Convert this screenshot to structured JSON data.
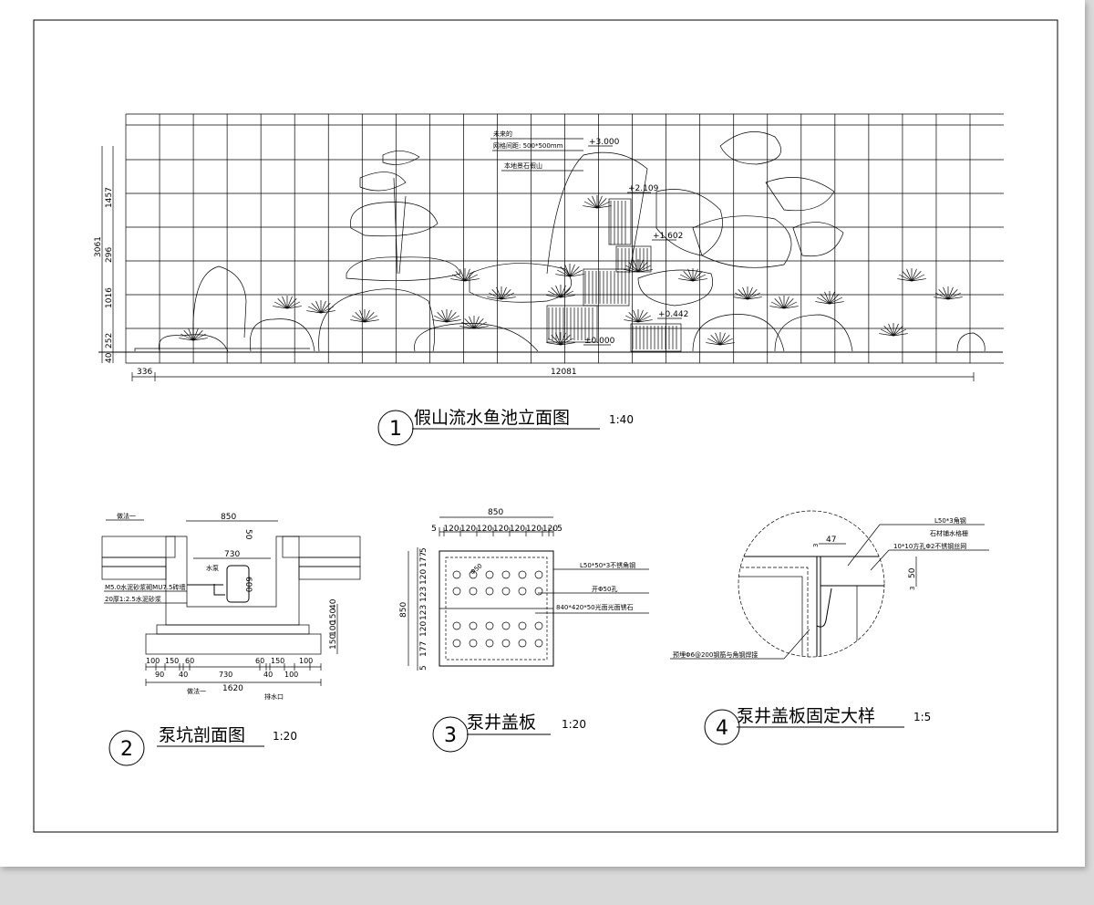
{
  "drawings": [
    {
      "number": "1",
      "title": "假山流水鱼池立面图",
      "scale": "1:40"
    },
    {
      "number": "2",
      "title": "泵坑剖面图",
      "scale": "1:20"
    },
    {
      "number": "3",
      "title": "泵井盖板",
      "scale": "1:20"
    },
    {
      "number": "4",
      "title": "泵井盖板固定大样",
      "scale": "1:5"
    }
  ],
  "elevation": {
    "notes": [
      "未来的",
      "网格间距: 500*500mm",
      "本地景石假山"
    ],
    "levels": [
      "+3.000",
      "+2.109",
      "+1.602",
      "+0.442",
      "±0.000"
    ],
    "dims_left": [
      "3061",
      "1457",
      "296",
      "1016",
      "252",
      "40"
    ],
    "dims_bottom": [
      "336",
      "12081"
    ]
  },
  "pit": {
    "dims_top": [
      "850",
      "730",
      "600",
      "50"
    ],
    "labels": [
      "做法一",
      "水泵",
      "M5.0水泥砂浆砌MU7.5砖墙",
      "20厚1:2.5水泥砂浆",
      "做法一",
      "排水口"
    ],
    "dims_bottom": [
      "100",
      "90",
      "150",
      "40",
      "60",
      "730",
      "60",
      "40",
      "150",
      "100",
      "100",
      "1620"
    ],
    "dims_right": [
      "150",
      "100",
      "150",
      "40"
    ]
  },
  "cover": {
    "dims_top": [
      "850",
      "5",
      "120",
      "120",
      "120",
      "120",
      "120",
      "120",
      "120",
      "5"
    ],
    "dims_left": [
      "850",
      "5",
      "177",
      "120",
      "123",
      "123",
      "120",
      "177",
      "5"
    ],
    "labels": [
      "L50*50*3不锈角钢",
      "开Φ50孔",
      "840*420*50光面光面锈石"
    ],
    "hole_label": "Φ50"
  },
  "detail": {
    "labels": [
      "L50*3角钢",
      "石材铺水格栅",
      "10*10方孔Φ2不锈钢丝网",
      "预埋Φ6@200钢筋与角钢焊接"
    ],
    "dims": [
      "47",
      "50",
      "3",
      "3"
    ]
  }
}
